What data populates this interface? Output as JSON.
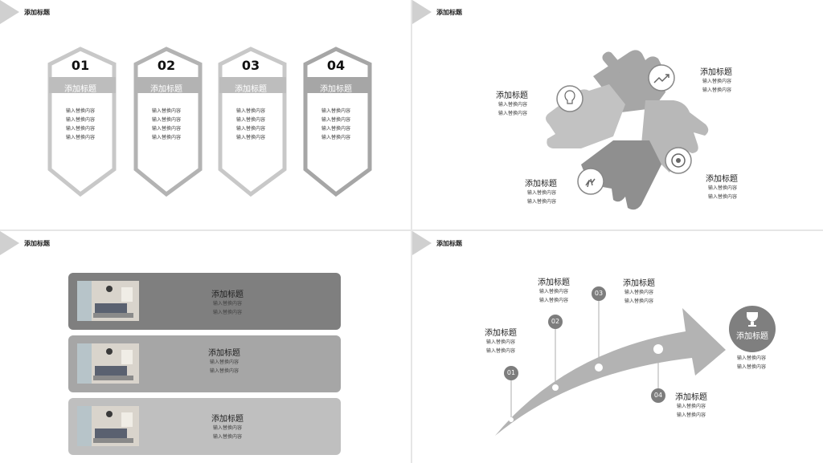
{
  "slide1": {
    "title": "添加标题",
    "cards": [
      {
        "number": "01",
        "heading": "添加标题",
        "lines": [
          "输入替换内容",
          "输入替换内容",
          "输入替换内容",
          "输入替换内容"
        ]
      },
      {
        "number": "02",
        "heading": "添加标题",
        "lines": [
          "输入替换内容",
          "输入替换内容",
          "输入替换内容",
          "输入替换内容"
        ]
      },
      {
        "number": "03",
        "heading": "添加标题",
        "lines": [
          "输入替换内容",
          "输入替换内容",
          "输入替换内容",
          "输入替换内容"
        ]
      },
      {
        "number": "04",
        "heading": "添加标题",
        "lines": [
          "输入替换内容",
          "输入替换内容",
          "输入替换内容",
          "输入替换内容"
        ]
      }
    ]
  },
  "slide2": {
    "title": "添加标题",
    "blocks": [
      {
        "heading": "添加标题",
        "lines": [
          "输入替换内容",
          "输入替换内容"
        ]
      },
      {
        "heading": "添加标题",
        "lines": [
          "输入替换内容",
          "输入替换内容"
        ]
      },
      {
        "heading": "添加标题",
        "lines": [
          "输入替换内容",
          "输入替换内容"
        ]
      },
      {
        "heading": "添加标题",
        "lines": [
          "输入替换内容",
          "输入替换内容"
        ]
      }
    ],
    "icons": [
      "lightbulb-icon",
      "growth-chart-icon",
      "target-icon",
      "runner-icon"
    ]
  },
  "slide3": {
    "title": "添加标题",
    "rows": [
      {
        "heading": "添加标题",
        "lines": [
          "输入替换内容",
          "输入替换内容"
        ],
        "color": "#7f7f7f"
      },
      {
        "heading": "添加标题",
        "lines": [
          "输入替换内容",
          "输入替换内容"
        ],
        "color": "#a6a6a6"
      },
      {
        "heading": "添加标题",
        "lines": [
          "输入替换内容",
          "输入替换内容"
        ],
        "color": "#bfbfbf"
      }
    ]
  },
  "slide4": {
    "title": "添加标题",
    "milestones": [
      {
        "number": "01",
        "heading": "添加标题",
        "lines": [
          "输入替换内容",
          "输入替换内容"
        ]
      },
      {
        "number": "02",
        "heading": "添加标题",
        "lines": [
          "输入替换内容",
          "输入替换内容"
        ]
      },
      {
        "number": "03",
        "heading": "添加标题",
        "lines": [
          "输入替换内容",
          "输入替换内容"
        ]
      },
      {
        "number": "04",
        "heading": "添加标题",
        "lines": [
          "输入替换内容",
          "输入替换内容"
        ]
      }
    ],
    "goal": {
      "heading": "添加标题",
      "lines": [
        "输入替换内容",
        "输入替换内容"
      ],
      "icon": "trophy-icon"
    }
  },
  "colors": {
    "light_gray": "#c8c8c8",
    "mid_gray": "#a6a6a6",
    "dark_gray": "#7f7f7f",
    "band_gray": "#bdbdbd"
  }
}
